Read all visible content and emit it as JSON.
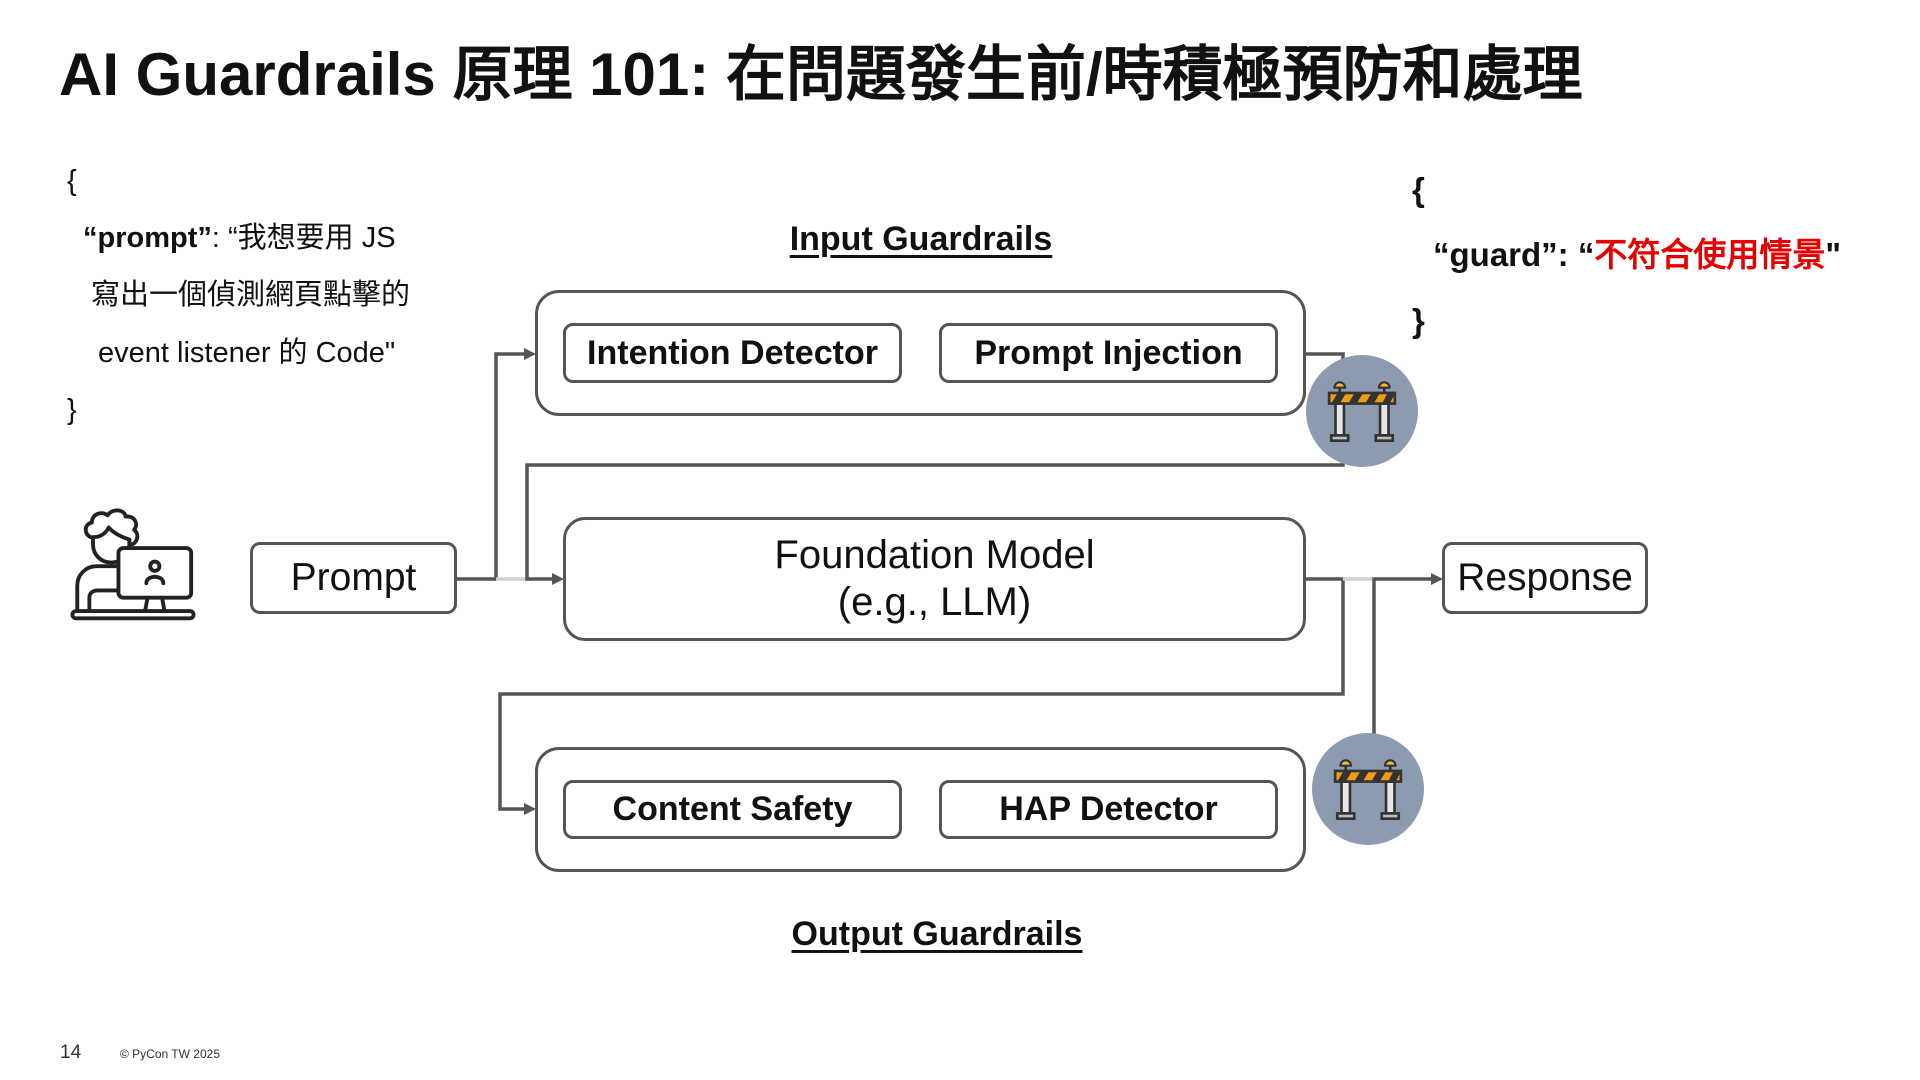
{
  "slide": {
    "title": "AI Guardrails 原理 101: 在問題發生前/時積極預防和處理",
    "page_number": "14",
    "copyright": "© PyCon TW 2025"
  },
  "request_json": {
    "open": "{",
    "prompt_key": "“prompt”",
    "separator": ": ",
    "value_line_1": "“我想要用 JS",
    "value_line_2": "寫出一個偵測網頁點擊的",
    "value_line_3": "event listener 的 Code\"",
    "close": "}"
  },
  "guard_json": {
    "open": "{",
    "guard_key": "“guard”: “",
    "guard_value": "不符合使用情景",
    "value_end_quote": "\"",
    "close": "}"
  },
  "diagram": {
    "user_icon": "person-at-computer-icon",
    "prompt_node": "Prompt",
    "input_guardrails": {
      "label": "Input Guardrails",
      "modules": [
        "Intention Detector",
        "Prompt Injection"
      ],
      "gate_icon": "road-barrier-icon"
    },
    "foundation_model": {
      "line_1": "Foundation Model",
      "line_2": "(e.g., LLM)"
    },
    "output_guardrails": {
      "label": "Output Guardrails",
      "modules": [
        "Content Safety",
        "HAP Detector"
      ],
      "gate_icon": "road-barrier-icon"
    },
    "response_node": "Response"
  },
  "colors": {
    "text": "#111111",
    "guard_value": "#e60000",
    "connector": "#555555",
    "connector_faint": "#d0d0d0",
    "box_border": "#555555",
    "gate_circle": "#8c9bb0"
  }
}
